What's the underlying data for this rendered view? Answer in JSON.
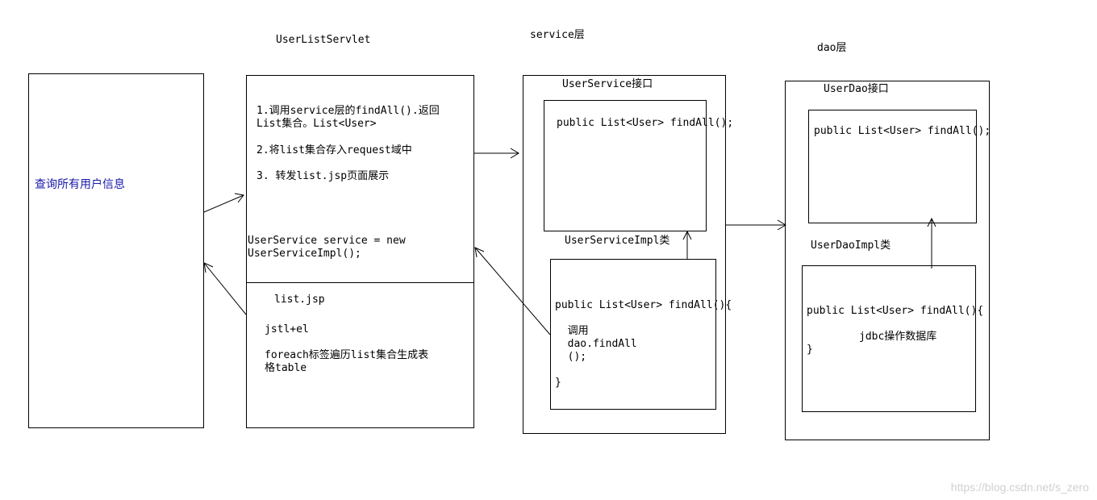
{
  "labels": {
    "servlet": "UserListServlet",
    "service_layer": "service层",
    "dao_layer": "dao层"
  },
  "client": {
    "text": "查询所有用户信息"
  },
  "servlet_box": {
    "step1": "1.调用service层的findAll().返回\nList集合。List<User>",
    "step2": "2.将list集合存入request域中",
    "step3": "3. 转发list.jsp页面展示",
    "service_field": "UserService service = new\nUserServiceImpl();"
  },
  "jsp_box": {
    "title": "list.jsp",
    "tech": "jstl+el",
    "desc": "foreach标签遍历list集合生成表\n格table"
  },
  "service": {
    "interface_title": "UserService接口",
    "interface_method": "public List<User> findAll();",
    "impl_title": "UserServiceImpl类",
    "impl_code": "public List<User> findAll(){\n\n  调用\n  dao.findAll\n  ();\n\n}"
  },
  "dao": {
    "interface_title": "UserDao接口",
    "interface_method": "public List<User> findAll();",
    "impl_title": "UserDaoImpl类",
    "impl_code_1": "public List<User> findAll(){",
    "impl_code_2": "jdbc操作数据库",
    "impl_code_3": "}"
  },
  "watermark": "https://blog.csdn.net/s_zero"
}
